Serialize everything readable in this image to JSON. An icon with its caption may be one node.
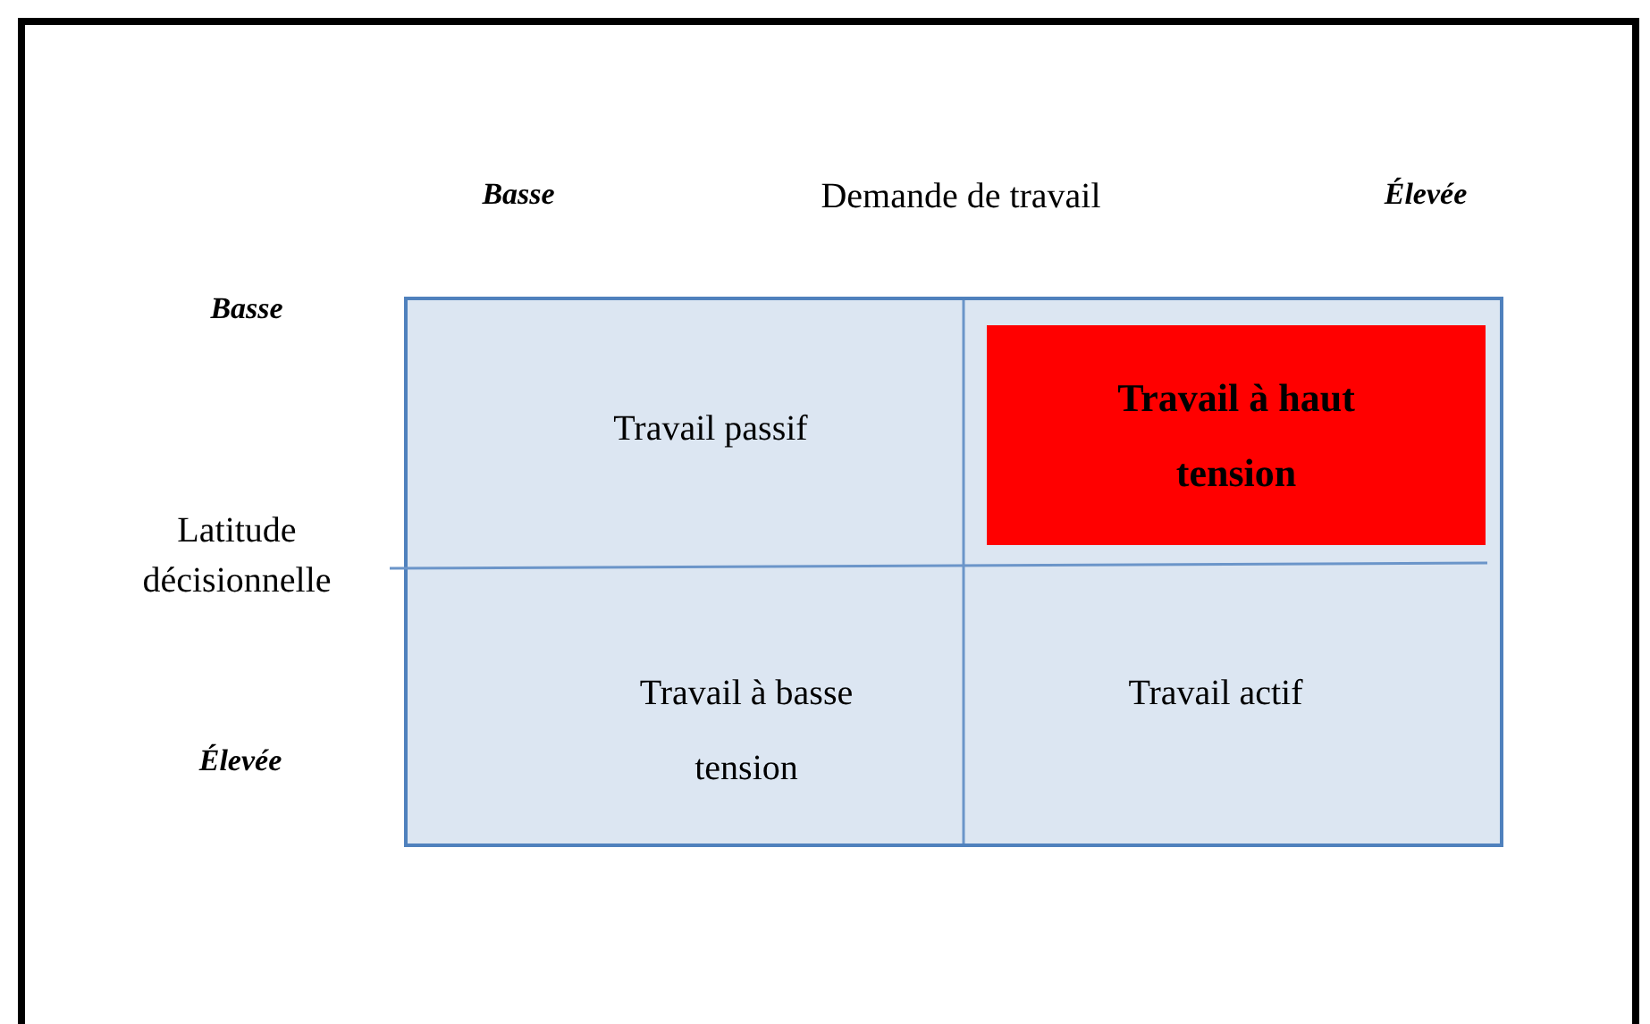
{
  "diagram": {
    "nodes": [
      {
        "text": [
          "Travail passif"
        ]
      },
      {
        "text": [
          "Travail à haut tension"
        ]
      },
      {
        "text": [
          "Travail à basse tension"
        ]
      },
      {
        "text": [
          "Travail actif"
        ]
      }
    ],
    "labels": [
      "Basse",
      "Demande de travail",
      "Élevée",
      "Basse",
      "Latitude décisionnelle",
      "Élevée"
    ]
  }
}
